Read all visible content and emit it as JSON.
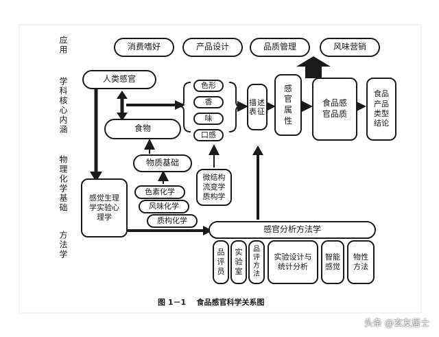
{
  "side_labels": {
    "application": "应用",
    "core": "学科核心内涵",
    "basis": "物理化学基础",
    "method": "方法学"
  },
  "applications": [
    "消费嗜好",
    "产品设计",
    "品质管理",
    "风味营销"
  ],
  "human_senses": "人类感官",
  "food": "食物",
  "senses": [
    "色形",
    "香",
    "味",
    "口感"
  ],
  "describe": "描述表征",
  "sensory_attr": "感官属性",
  "food_quality": "食品感官品质",
  "product_type": "食品产品类型结论",
  "material_basis": "物质基础",
  "micro": "微结构流变学质构学",
  "physio": "感觉生理学实验心理学",
  "chemistry": [
    "色素化学",
    "风味化学",
    "质构化学"
  ],
  "analysis": "感官分析方法学",
  "methods": [
    "品评员",
    "实验室",
    "品评方法",
    "实验设计与统计分析",
    "智能感觉",
    "物性方法"
  ],
  "caption": "图 1－1    食品感官科学关系图",
  "watermark": "头条 @玄友居士"
}
